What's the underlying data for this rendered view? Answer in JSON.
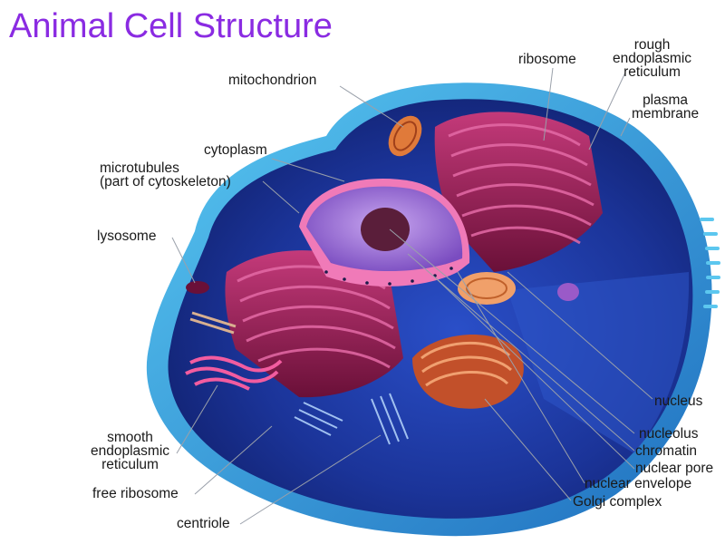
{
  "title": "Animal Cell Structure",
  "colors": {
    "title": "#8a2be2",
    "cytoplasm": "#1c3aa8",
    "membrane": "#3aa6e0",
    "organelle_red": "#a0205a",
    "organelle_orange": "#e07a3a",
    "nucleus": "#9a6ad6"
  },
  "labels": {
    "ribosome": "ribosome",
    "rough_er": "rough\nendoplasmic\nreticulum",
    "plasma_membrane": "plasma\nmembrane",
    "mitochondrion": "mitochondrion",
    "cytoplasm": "cytoplasm",
    "microtubules": "microtubules\n(part of cytoskeleton)",
    "lysosome": "lysosome",
    "smooth_er": "smooth\nendoplasmic\nreticulum",
    "free_ribosome": "free ribosome",
    "centriole": "centriole",
    "nucleus": "nucleus",
    "nucleolus": "nucleolus",
    "chromatin": "chromatin",
    "nuclear_pore": "nuclear pore",
    "nuclear_envelope": "nuclear envelope",
    "golgi_complex": "Golgi complex"
  }
}
